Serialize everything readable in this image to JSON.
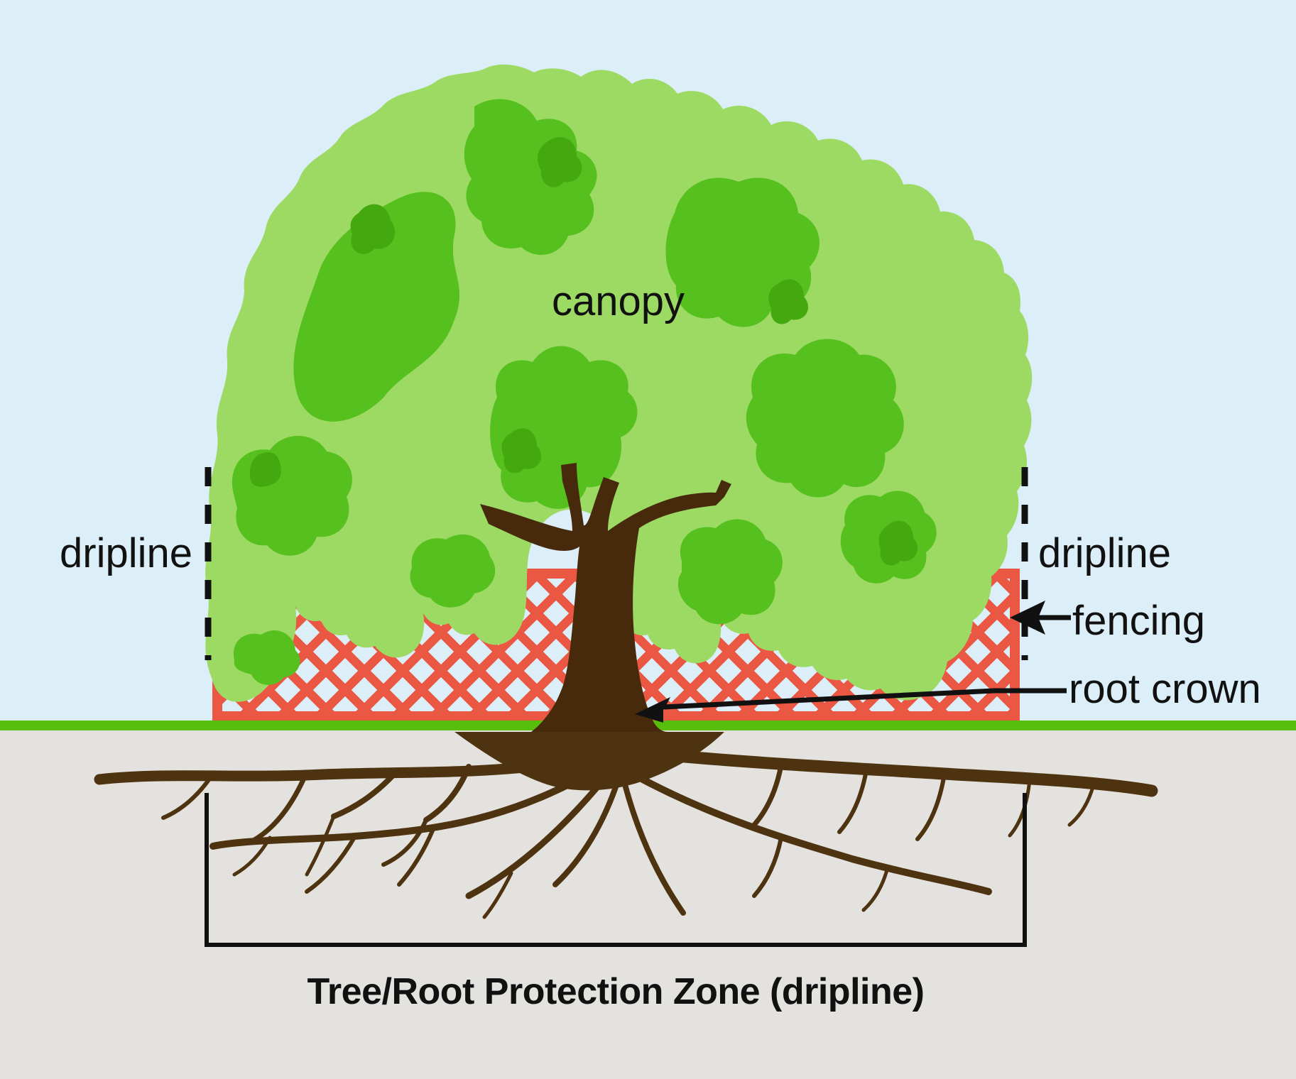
{
  "diagram": {
    "labels": {
      "canopy": "canopy",
      "dripline_left": "dripline",
      "dripline_right": "dripline",
      "fencing": "fencing",
      "root_crown": "root crown",
      "protection_zone": "Tree/Root Protection Zone (dripline)"
    },
    "colors": {
      "sky": "#dceef8",
      "soil": "#e4e2de",
      "grass": "#58be0c",
      "fence": "#ea5743",
      "trunk": "#47290c",
      "roots": "#4e3310",
      "canopy_light": "#9dda64",
      "canopy_mid": "#55c01e",
      "canopy_dark": "#44a90f",
      "line": "#111111"
    }
  }
}
